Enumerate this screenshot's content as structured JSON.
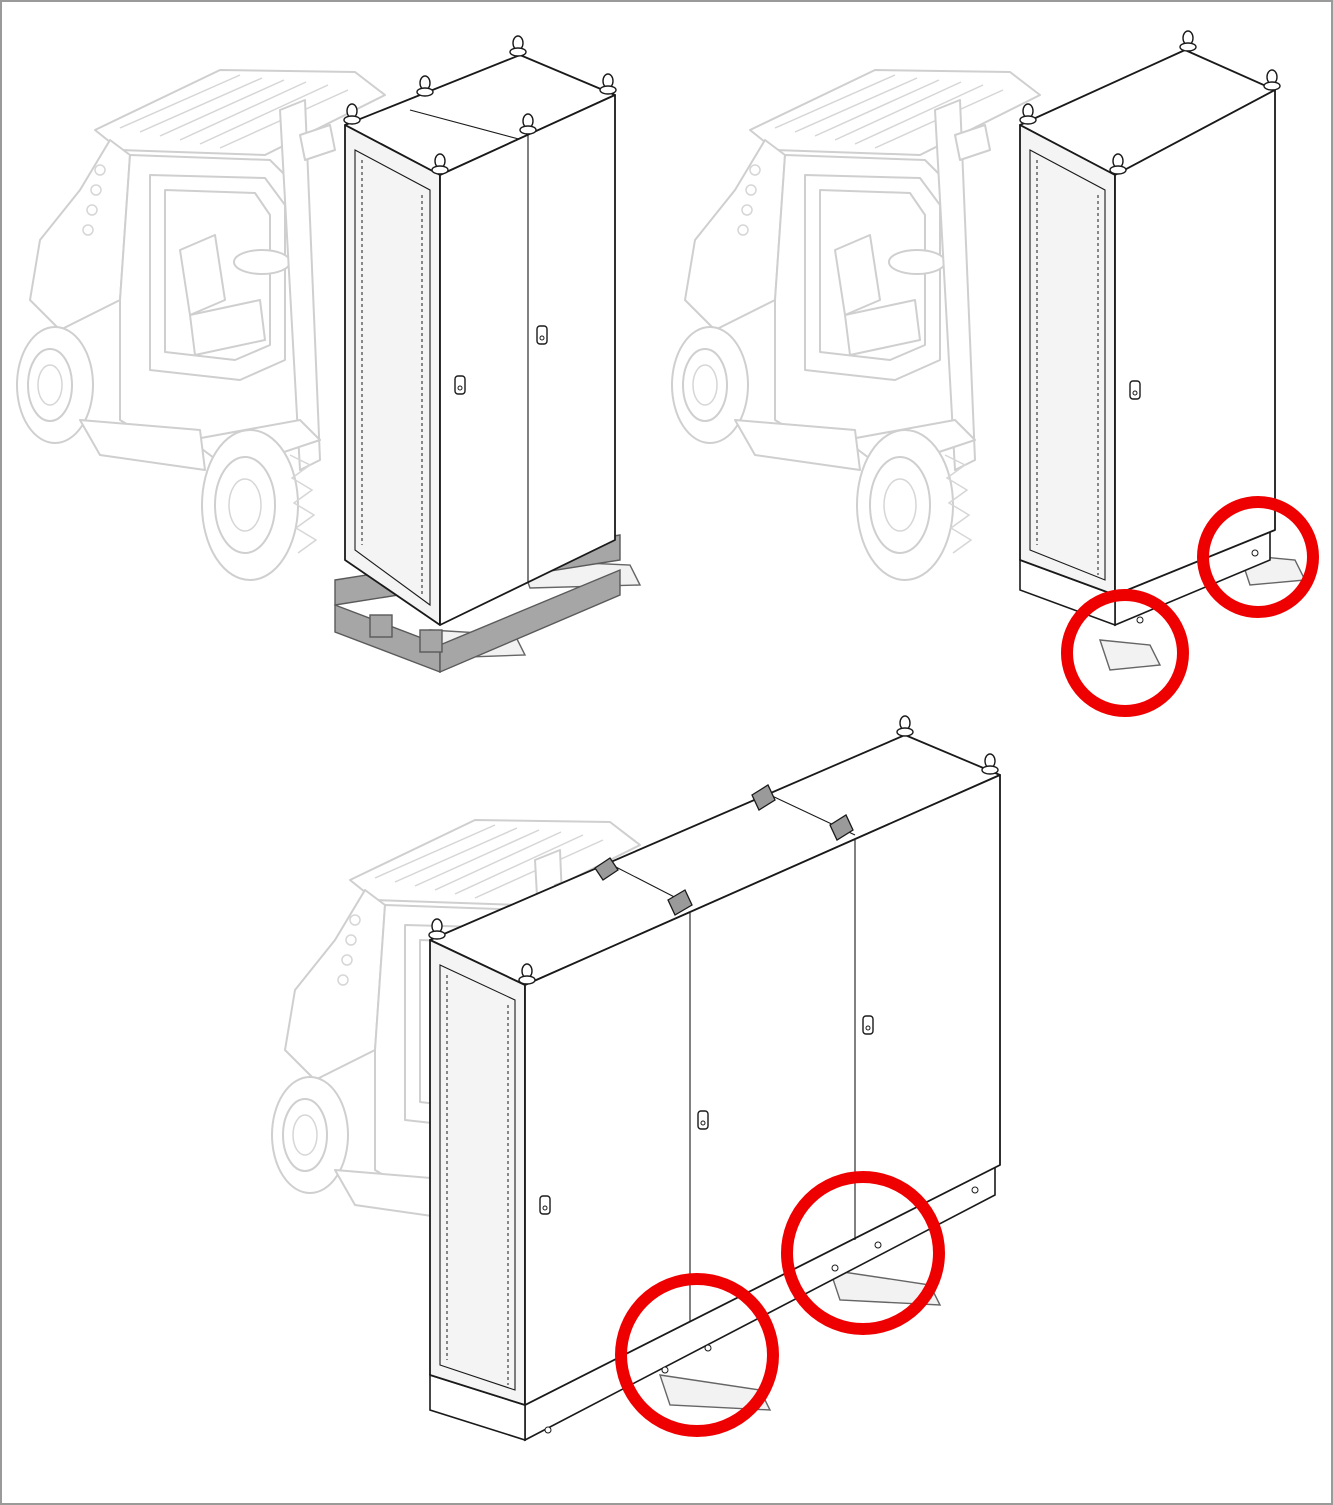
{
  "colors": {
    "frame_border": "#9a9a9a",
    "forklift_line": "#cfcfcf",
    "cabinet_line": "#1a1a1a",
    "pallet_fill": "#a6a6a6",
    "highlight_circle": "#ee0000",
    "background": "#ffffff"
  },
  "panels": [
    {
      "id": "panel-pallet-lift",
      "cabinet_modules": 2,
      "on_pallet": true,
      "highlight_circles": 0
    },
    {
      "id": "panel-direct-lift",
      "cabinet_modules": 1,
      "on_pallet": false,
      "highlight_circles": 2
    },
    {
      "id": "panel-three-module-lift",
      "cabinet_modules": 3,
      "on_pallet": false,
      "highlight_circles": 2
    }
  ]
}
